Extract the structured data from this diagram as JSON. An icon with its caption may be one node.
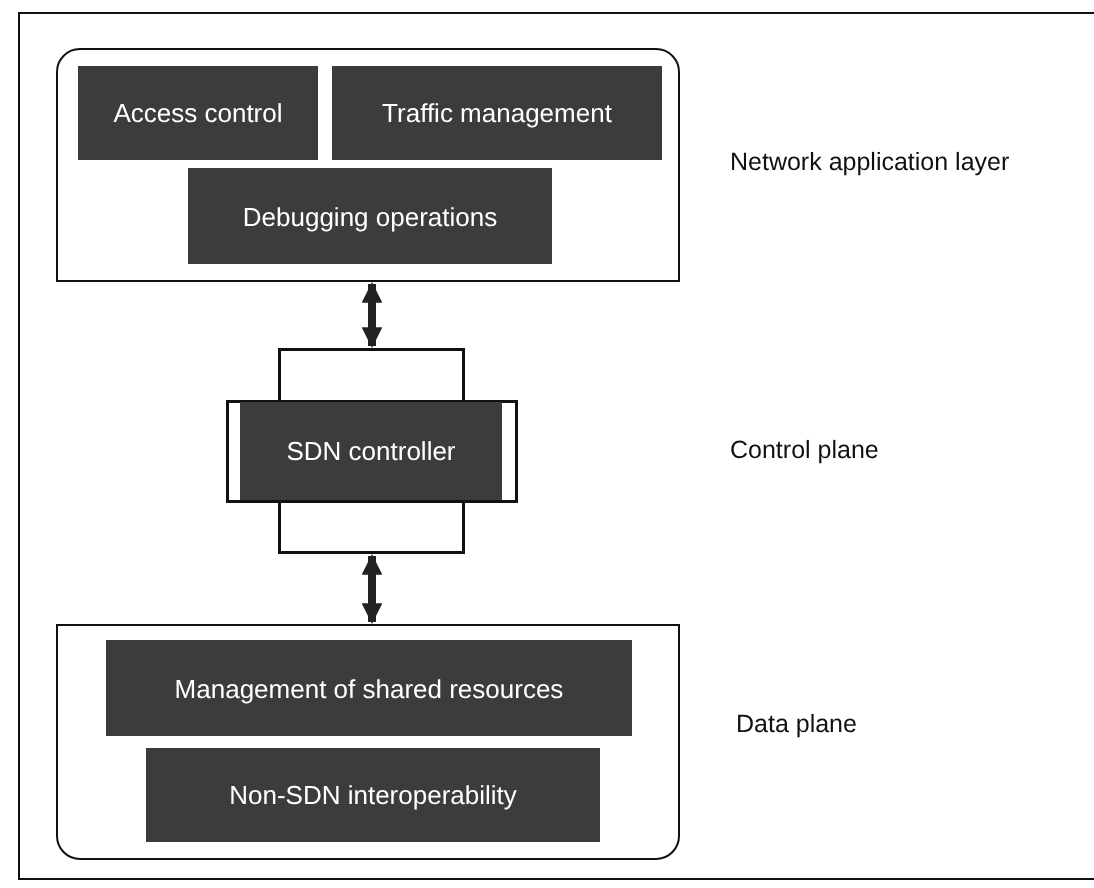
{
  "diagram": {
    "nodes": [
      {
        "text": [],
        "shape": "box"
      },
      {
        "text": [
          "Access control"
        ],
        "in": 0
      },
      {
        "text": [
          "Traffic management"
        ],
        "in": 0
      },
      {
        "text": [
          "Debugging operations"
        ],
        "in": 0
      },
      {
        "text": [
          "SDN controller"
        ]
      },
      {
        "text": [],
        "shape": "box"
      },
      {
        "text": [
          "Management of shared resources"
        ],
        "in": 5
      },
      {
        "text": [
          "Non-SDN interoperability"
        ],
        "in": 5
      }
    ],
    "edges": [
      {
        "from": 0,
        "to": 4,
        "arrow": "both"
      },
      {
        "from": 4,
        "to": 5,
        "arrow": "both"
      }
    ],
    "labels": [
      "Network application layer",
      "Control plane",
      "Data plane"
    ]
  }
}
